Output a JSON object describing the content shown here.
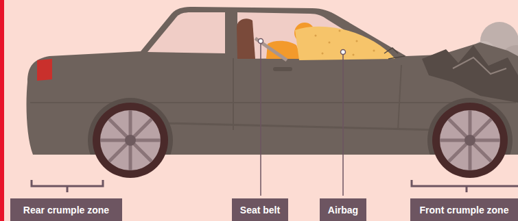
{
  "diagram": {
    "nodes": [
      {
        "text": [
          "Rear crumple zone"
        ]
      },
      {
        "text": [
          "Seat belt"
        ]
      },
      {
        "text": [
          "Airbag"
        ]
      },
      {
        "text": [
          "Front crumple zone"
        ]
      }
    ]
  }
}
